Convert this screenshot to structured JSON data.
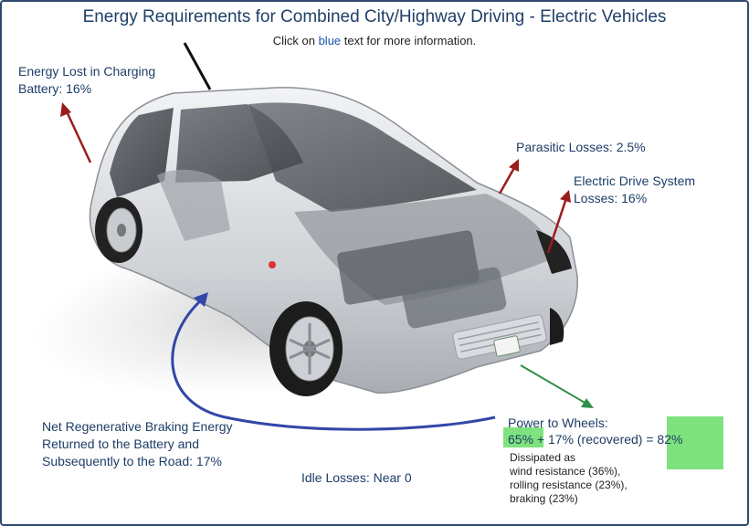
{
  "header": {
    "title": "Energy Requirements for Combined City/Highway Driving - Electric Vehicles",
    "subtitle_pre": "Click on ",
    "subtitle_blue": "blue",
    "subtitle_post": " text for more information."
  },
  "labels": {
    "charging": "Energy Lost in Charging Battery: 16%",
    "parasitic": "Parasitic Losses: 2.5%",
    "drive_system": "Electric Drive System Losses: 16%",
    "regen": "Net Regenerative Braking Energy Returned to the Battery and Subsequently to the Road: 17%",
    "idle": "Idle Losses: Near 0",
    "wheels_title": "Power to Wheels:",
    "wheels_value": "65% + 17% (recovered) = 82%"
  },
  "dissipated": {
    "line1": "Dissipated as",
    "line2": "wind resistance (36%),",
    "line3": "rolling resistance (23%),",
    "line4": "braking (23%)"
  },
  "colors": {
    "title": "#1f3f66",
    "label": "#1d3d66",
    "loss_arrow": "#9b1c1c",
    "regen_arrow": "#3346a8",
    "wheels_arrow": "#2f8f4a",
    "highlight": "#7ee37e"
  }
}
